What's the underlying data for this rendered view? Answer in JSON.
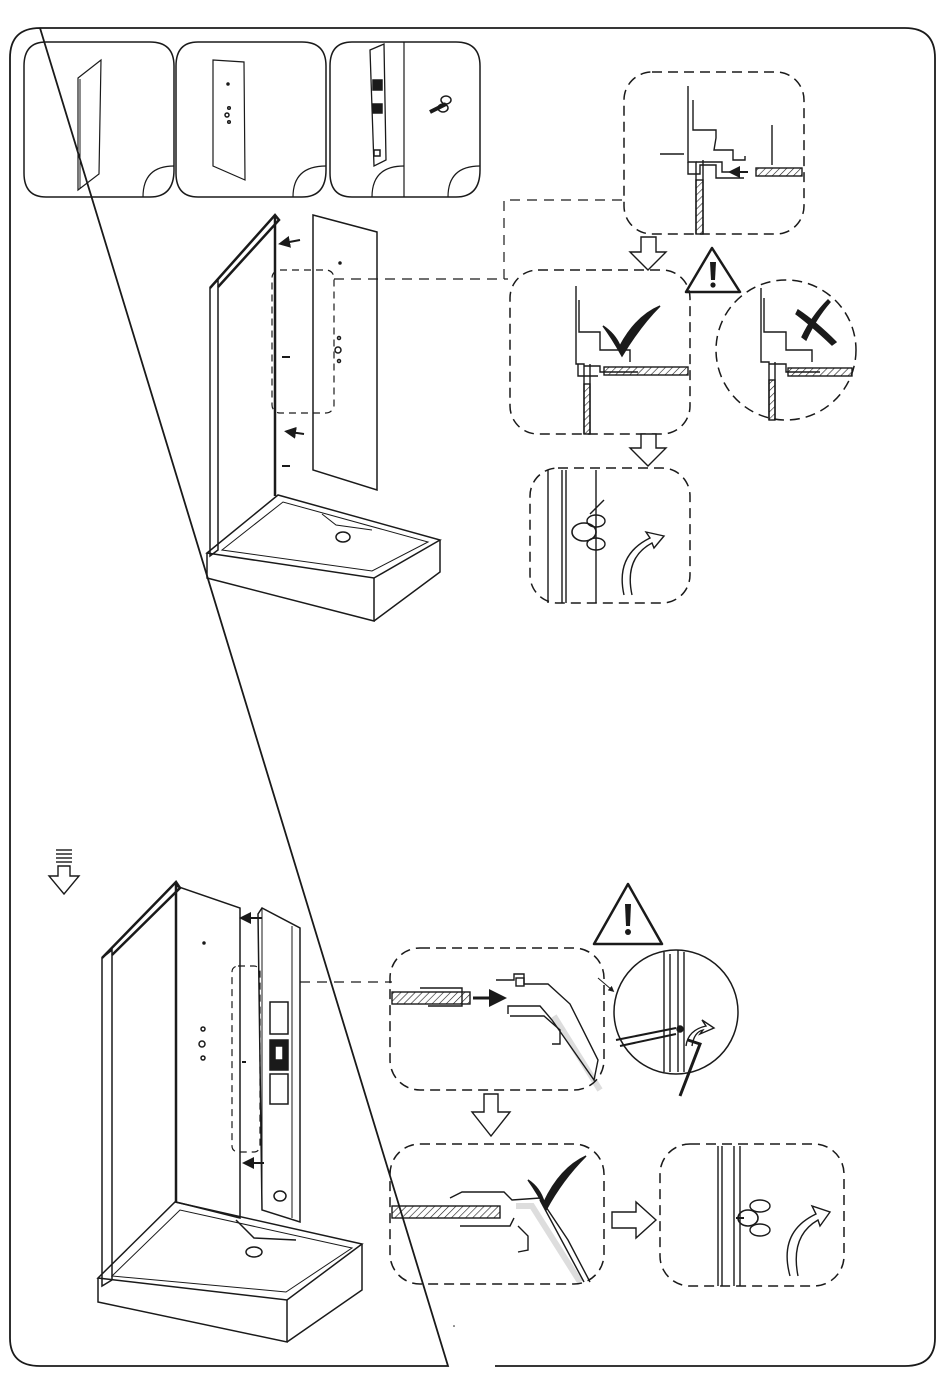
{
  "document": {
    "type": "shower-cabin-assembly-instructions",
    "text_labels": [],
    "colors": {
      "line": "#1a1a1a",
      "background": "#ffffff",
      "hatch": "#1a1a1a"
    }
  },
  "step_top": {
    "parts": [
      {
        "name": "glass-side-panel",
        "count": 1
      },
      {
        "name": "back-wall-panel",
        "count": 1
      },
      {
        "name": "column-profile-and-wing-screw",
        "count": 1
      }
    ],
    "details": [
      {
        "name": "profile-slide-in-detail"
      },
      {
        "name": "correct-fit-detail",
        "result": "correct"
      },
      {
        "name": "wrong-fit-detail",
        "result": "wrong"
      },
      {
        "name": "wing-screw-tightening-detail",
        "direction": "clockwise"
      }
    ],
    "icons": [
      "warning-icon",
      "checkmark-icon",
      "cross-icon",
      "down-arrow-icon",
      "rotate-arrow-icon"
    ]
  },
  "step_bottom": {
    "details": [
      {
        "name": "profile-push-in-detail"
      },
      {
        "name": "allen-key-detail"
      },
      {
        "name": "correct-seat-detail",
        "result": "correct"
      },
      {
        "name": "wing-screw-tightening-detail",
        "direction": "clockwise"
      }
    ],
    "icons": [
      "warning-icon",
      "checkmark-icon",
      "down-arrow-icon",
      "right-arrow-icon",
      "rotate-arrow-icon",
      "next-step-arrow-icon"
    ]
  }
}
